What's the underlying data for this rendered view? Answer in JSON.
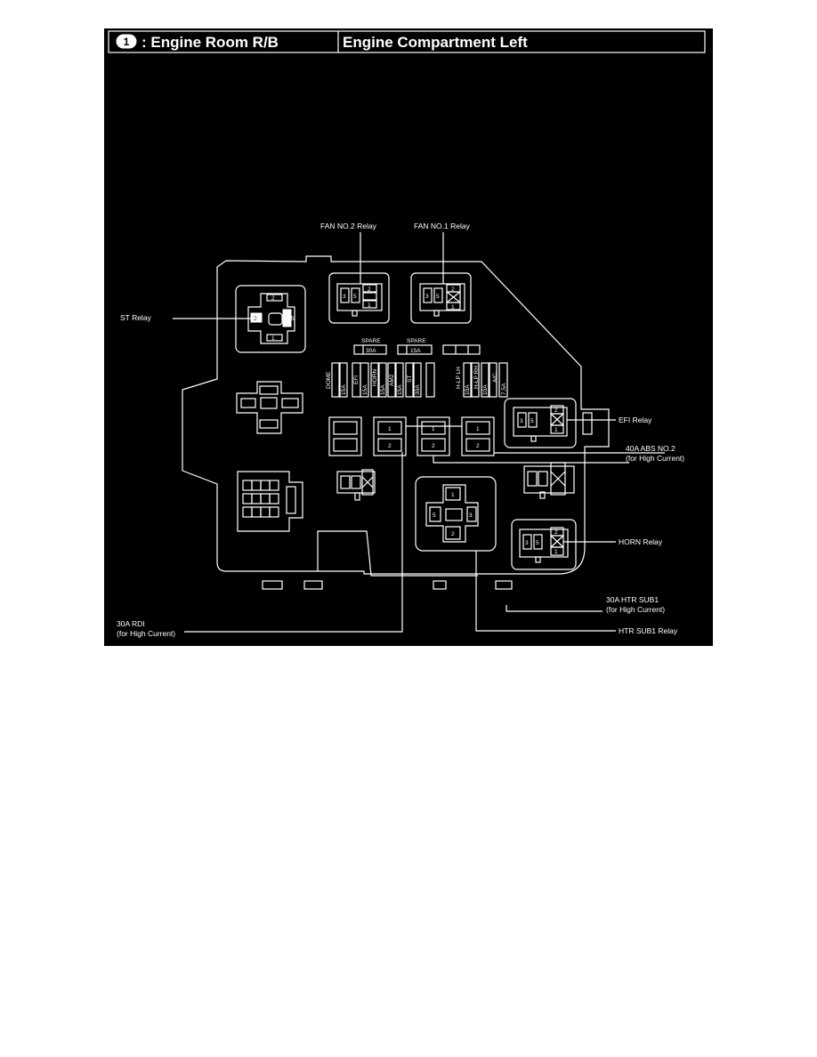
{
  "header": {
    "badge_number": "1",
    "title": ": Engine Room R/B",
    "location": "Engine Compartment Left"
  },
  "labels": {
    "fan_no2_relay": "FAN NO.2 Relay",
    "fan_no1_relay": "FAN NO.1 Relay",
    "st_relay": "ST Relay",
    "efi_relay": "EFI Relay",
    "abs_no2_line1": "40A ABS NO.2",
    "abs_no2_line2": "(for High Current)",
    "horn_relay": "HORN Relay",
    "htr_sub1_fuse_line1": "30A HTR SUB1",
    "htr_sub1_fuse_line2": "(for High Current)",
    "rdi_line1": "30A RDI",
    "rdi_line2": "(for High Current)",
    "htr_sub1_relay": "HTR SUB1 Relay"
  },
  "spare_fuses": [
    {
      "label": "SPARE",
      "rating": "30A"
    },
    {
      "label": "SPARE",
      "rating": "15A"
    }
  ],
  "mini_fuses": [
    {
      "name": "DOME",
      "rating": "15A"
    },
    {
      "name": "EFI",
      "rating": "15A"
    },
    {
      "name": "HORN",
      "rating": "15A"
    },
    {
      "name": "AM2",
      "rating": "15A"
    },
    {
      "name": "ST",
      "rating": "30A"
    },
    {
      "name": "H-LP LH",
      "rating": "10A"
    },
    {
      "name": "H-LP RH",
      "rating": "10A"
    },
    {
      "name": "A/C",
      "rating": "7.5A"
    }
  ],
  "terminal_numbers": [
    "1",
    "2",
    "3",
    "5"
  ],
  "colors": {
    "background": "#000000",
    "line": "#ffffff",
    "page": "#ffffff"
  }
}
